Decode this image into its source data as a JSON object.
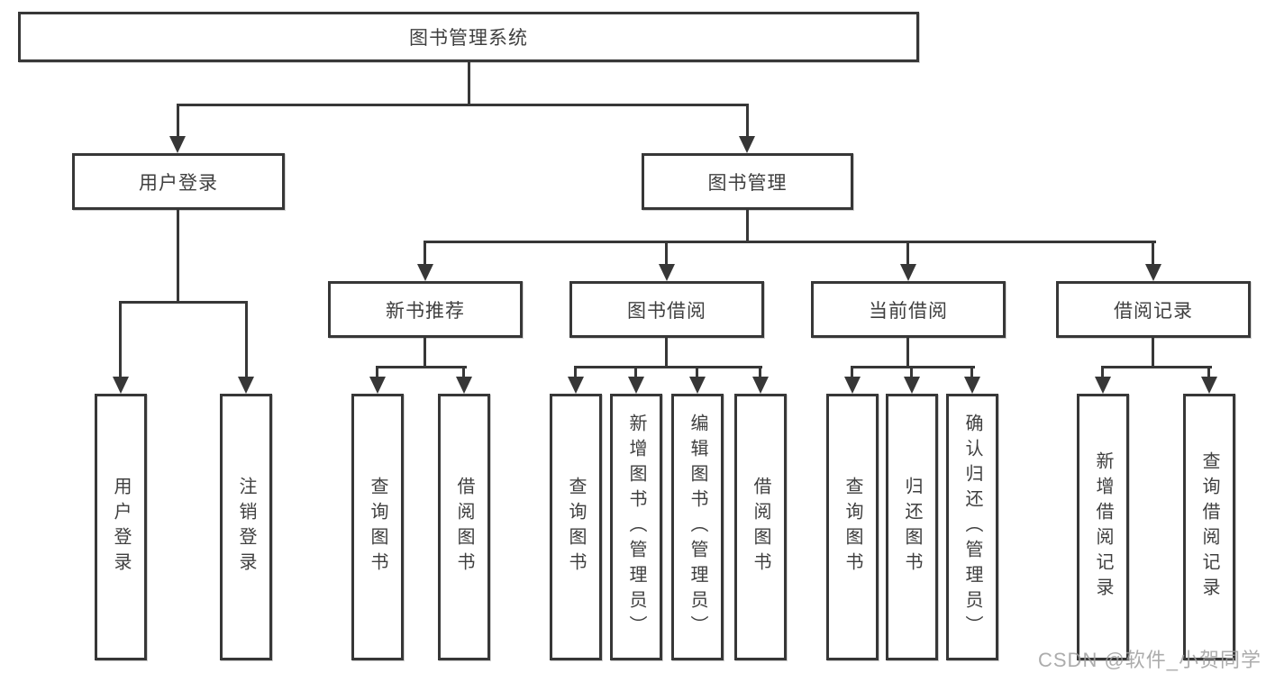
{
  "colors": {
    "line": "#373737",
    "box_border": "#373737",
    "text": "#3f3f3f",
    "watermark": "#9e9e9e",
    "background": "#ffffff"
  },
  "watermark": "CSDN @软件_小贺同学",
  "tree": {
    "root": {
      "label": "图书管理系统"
    },
    "branches": [
      {
        "label": "用户登录",
        "children": [
          {
            "label": "用户登录"
          },
          {
            "label": "注销登录"
          }
        ]
      },
      {
        "label": "图书管理",
        "groups": [
          {
            "label": "新书推荐",
            "children": [
              {
                "label": "查询图书"
              },
              {
                "label": "借阅图书"
              }
            ]
          },
          {
            "label": "图书借阅",
            "children": [
              {
                "label": "查询图书"
              },
              {
                "label": "新增图书（管理员）"
              },
              {
                "label": "编辑图书（管理员）"
              },
              {
                "label": "借阅图书"
              }
            ]
          },
          {
            "label": "当前借阅",
            "children": [
              {
                "label": "查询图书"
              },
              {
                "label": "归还图书"
              },
              {
                "label": "确认归还（管理员）"
              }
            ]
          },
          {
            "label": "借阅记录",
            "children": [
              {
                "label": "新增借阅记录"
              },
              {
                "label": "查询借阅记录"
              }
            ]
          }
        ]
      }
    ]
  }
}
